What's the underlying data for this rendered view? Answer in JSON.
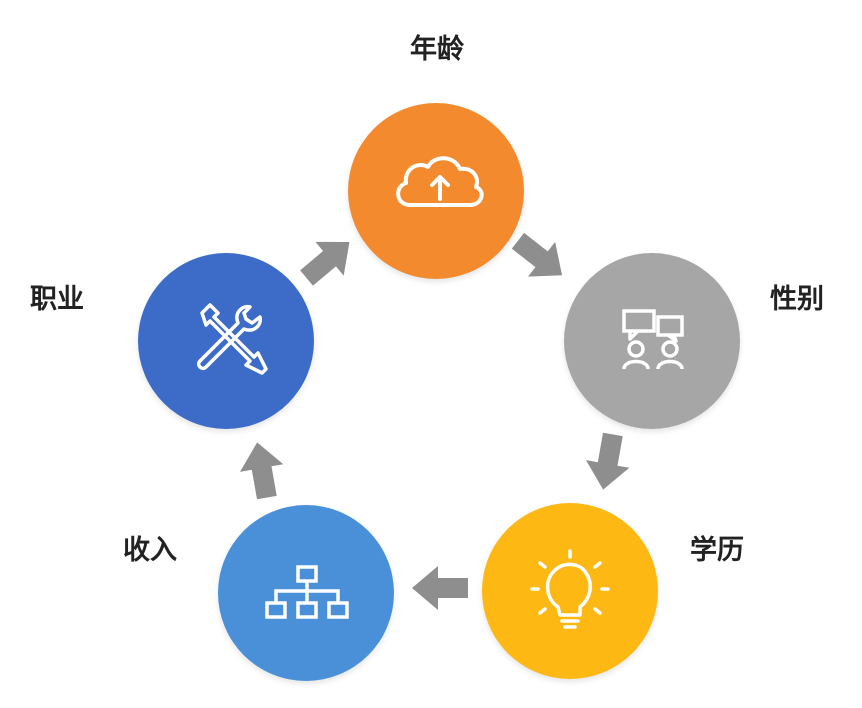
{
  "nodes": [
    {
      "id": "age",
      "label": "年龄",
      "color": "#F48A2E",
      "icon": "cloud-upload-icon"
    },
    {
      "id": "gender",
      "label": "性别",
      "color": "#A6A6A6",
      "icon": "people-chat-icon"
    },
    {
      "id": "education",
      "label": "学历",
      "color": "#FDB813",
      "icon": "lightbulb-icon"
    },
    {
      "id": "income",
      "label": "收入",
      "color": "#4A90D9",
      "icon": "hierarchy-icon"
    },
    {
      "id": "occupation",
      "label": "职业",
      "color": "#3C6CC8",
      "icon": "tools-icon"
    }
  ],
  "arrow_color": "#8E8E8E",
  "icon_color": "#FFFFFF"
}
